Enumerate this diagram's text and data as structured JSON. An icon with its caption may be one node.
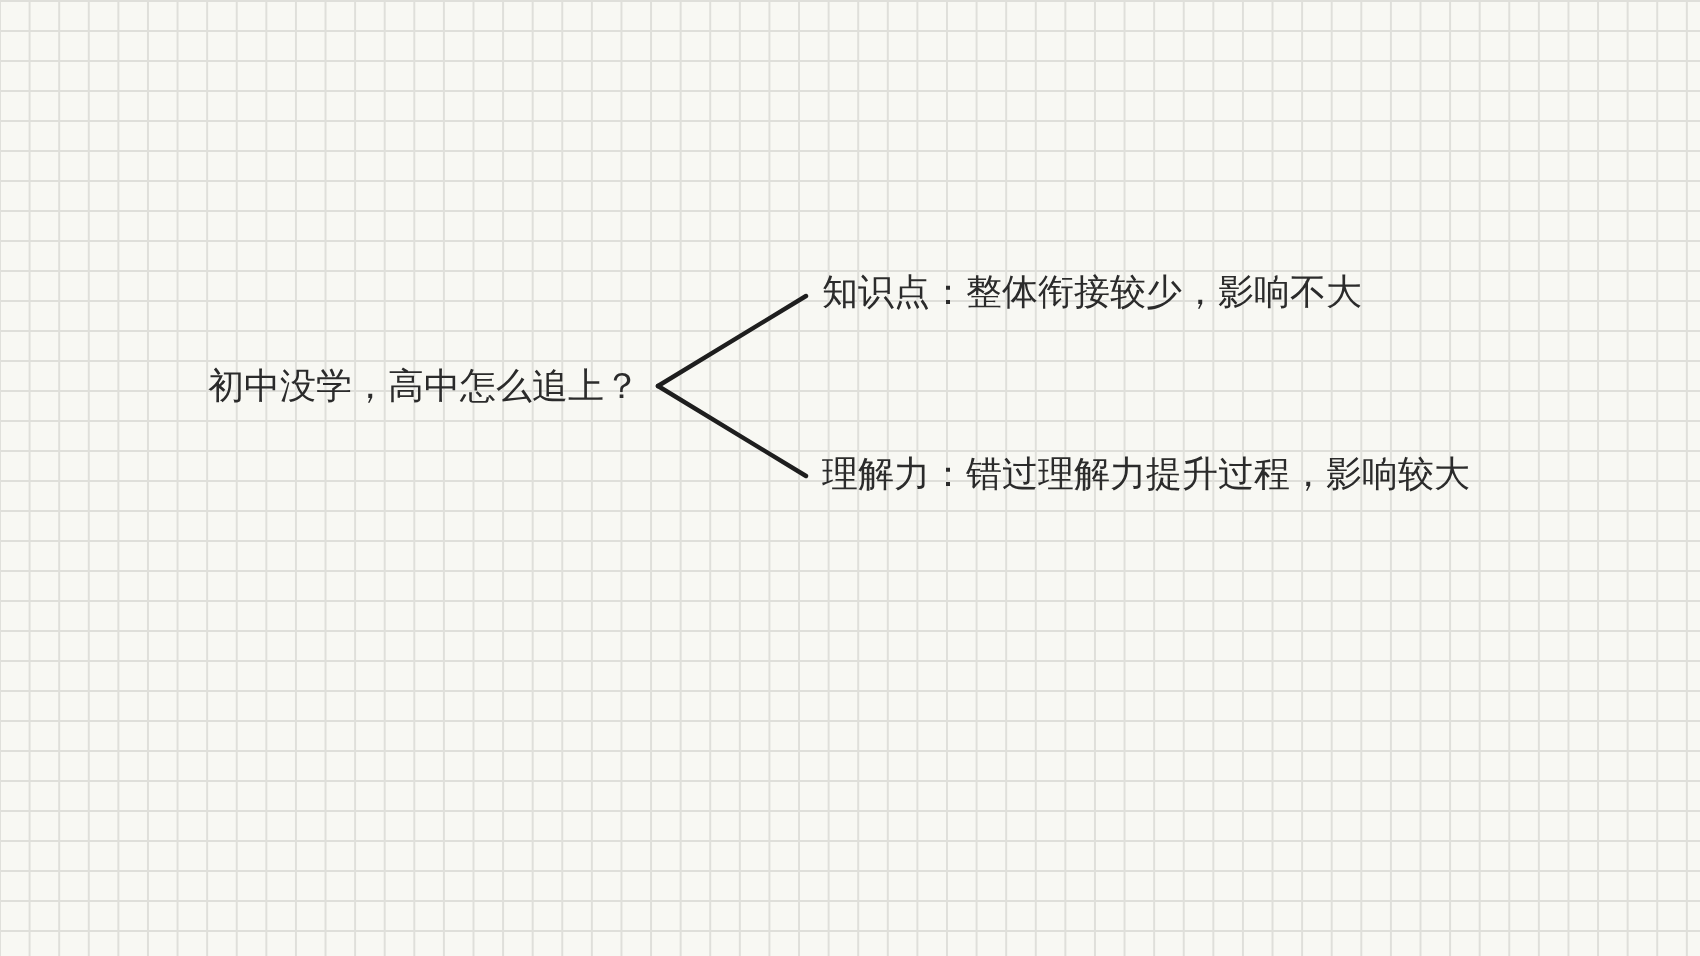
{
  "diagram": {
    "nodes": [
      {
        "text": [
          "初中没学，高中怎么追上？"
        ]
      },
      {
        "text": [
          "知识点：整体衔接较少，影响不大"
        ]
      },
      {
        "text": [
          "理解力：错过理解力提升过程，影响较大"
        ]
      }
    ],
    "edges": [
      {
        "from": 0,
        "to": 1,
        "arrow": "none"
      },
      {
        "from": 0,
        "to": 2,
        "arrow": "none"
      }
    ]
  }
}
